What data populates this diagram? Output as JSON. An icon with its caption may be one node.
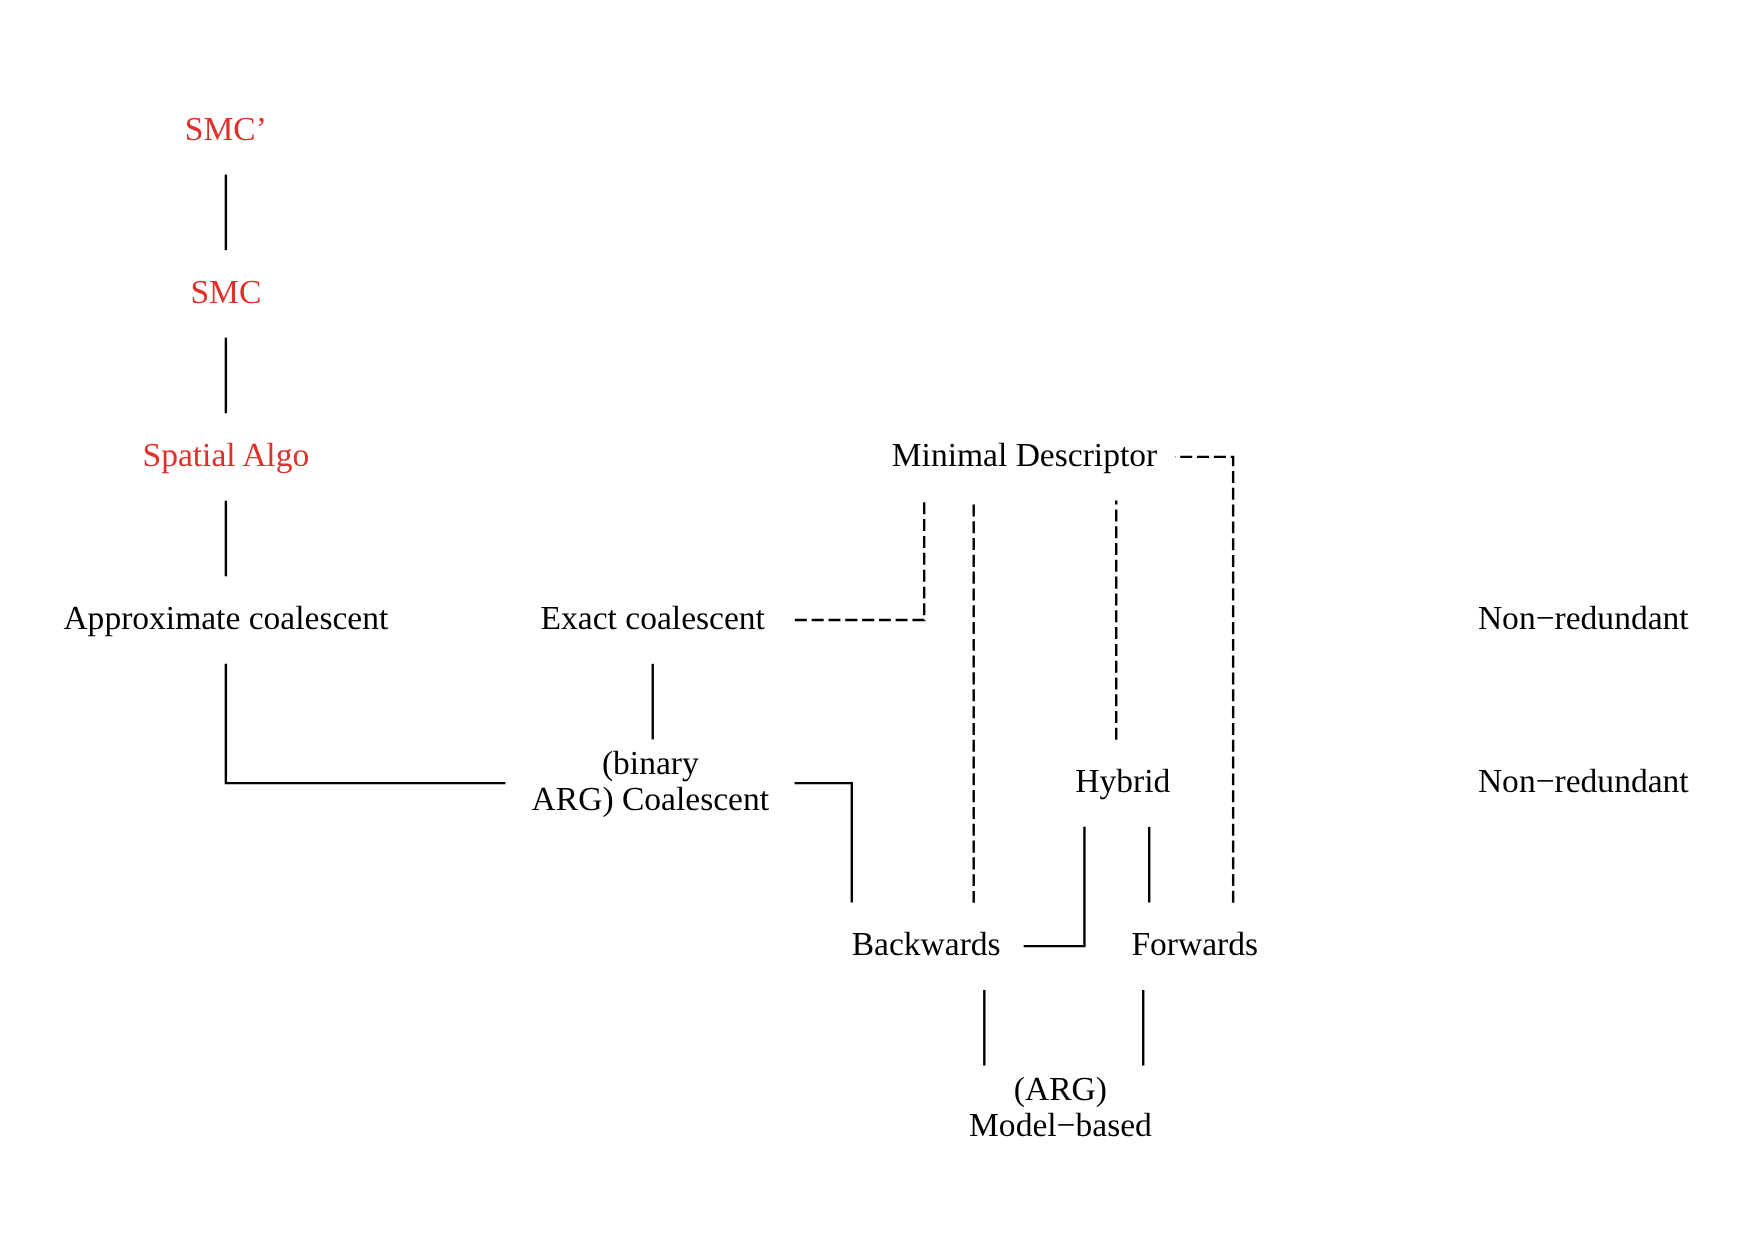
{
  "diagram": {
    "nodes": [
      {
        "text": [
          "Minimal Descriptor"
        ]
      },
      {
        "text": [
          "SMC’"
        ]
      },
      {
        "text": [
          "SMC"
        ]
      },
      {
        "text": [
          "Spatial Algo"
        ]
      },
      {
        "text": [
          "Approximate coalescent"
        ]
      },
      {
        "text": [
          "Exact coalescent"
        ]
      },
      {
        "text": [
          "Hybrid"
        ]
      },
      {
        "text": [
          "(binary ARG) Coalescent"
        ]
      },
      {
        "text": [
          "Backwards"
        ]
      },
      {
        "text": [
          "Forwards"
        ]
      },
      {
        "text": [
          "(ARG) Model−based"
        ]
      }
    ],
    "edges": [
      {
        "from": 10,
        "to": 8,
        "arrow": "none"
      },
      {
        "from": 10,
        "to": 9,
        "arrow": "none"
      },
      {
        "from": 8,
        "to": 7,
        "arrow": "none"
      },
      {
        "from": 8,
        "to": 6,
        "arrow": "none"
      },
      {
        "from": 9,
        "to": 6,
        "arrow": "none"
      },
      {
        "from": 7,
        "to": 4,
        "arrow": "none"
      },
      {
        "from": 7,
        "to": 5,
        "arrow": "none"
      },
      {
        "from": 4,
        "to": 3,
        "arrow": "none"
      },
      {
        "from": 3,
        "to": 2,
        "arrow": "none"
      },
      {
        "from": 2,
        "to": 1,
        "arrow": "none"
      },
      {
        "from": 5,
        "to": 0,
        "arrow": "none",
        "style": "dashed"
      },
      {
        "from": 8,
        "to": 0,
        "arrow": "none",
        "style": "dashed"
      },
      {
        "from": 6,
        "to": 0,
        "arrow": "none",
        "style": "dashed"
      },
      {
        "from": 9,
        "to": 0,
        "arrow": "none",
        "style": "dashed"
      }
    ],
    "labels": [
      "Non−redundant",
      "Non−redundant"
    ]
  }
}
